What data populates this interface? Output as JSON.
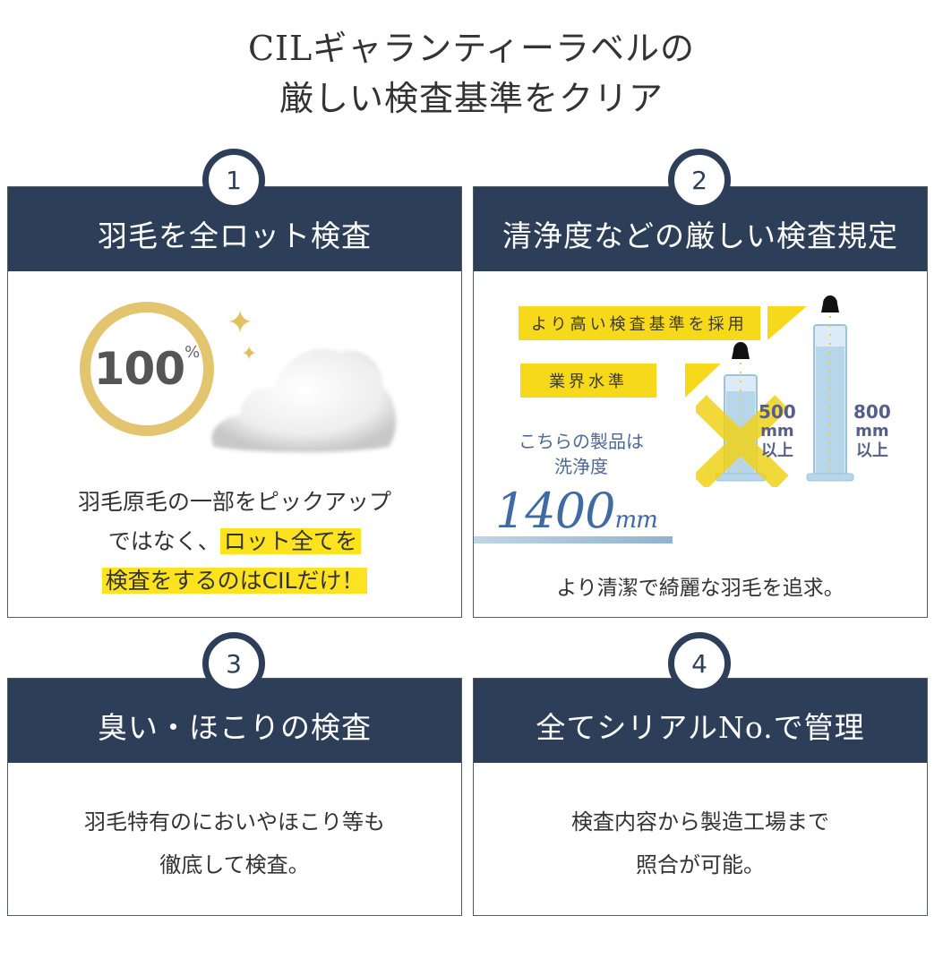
{
  "page": {
    "title_line1": "CILギャランティーラベルの",
    "title_line2": "厳しい検査基準をクリア"
  },
  "colors": {
    "header_navy": "#2d3f58",
    "ring_gold": "#e2c56e",
    "highlight_yellow": "#fde21f",
    "tag_yellow": "#f7d91c",
    "number_blue": "#3f6aa4"
  },
  "cards": [
    {
      "number": "1",
      "title": "羽毛を全ロット検査",
      "badge_value": "100",
      "badge_unit": "%",
      "text_line1": "羽毛原毛の一部をピックアップ",
      "text_line2_plain": "ではなく、",
      "text_line2_highlight": "ロット全てを",
      "text_line3_highlight": "検査をするのはCILだけ！"
    },
    {
      "number": "2",
      "title": "清浄度などの厳しい検査規定",
      "tag_higher": "より高い検査基準を採用",
      "tag_industry": "業界水準",
      "product_label_line1": "こちらの製品は",
      "product_label_line2": "洗浄度",
      "product_value": "1400",
      "product_unit": "mm",
      "industry_value": "500",
      "industry_unit": "mm",
      "industry_suffix": "以上",
      "higher_value": "800",
      "higher_unit": "mm",
      "higher_suffix": "以上",
      "text": "より清潔で綺麗な羽毛を追求。"
    },
    {
      "number": "3",
      "title": "臭い・ほこりの検査",
      "text_line1": "羽毛特有のにおいやほこり等も",
      "text_line2": "徹底して検査。"
    },
    {
      "number": "4",
      "title": "全てシリアルNo.で管理",
      "text_line1": "検査内容から製造工場まで",
      "text_line2": "照合が可能。"
    }
  ]
}
